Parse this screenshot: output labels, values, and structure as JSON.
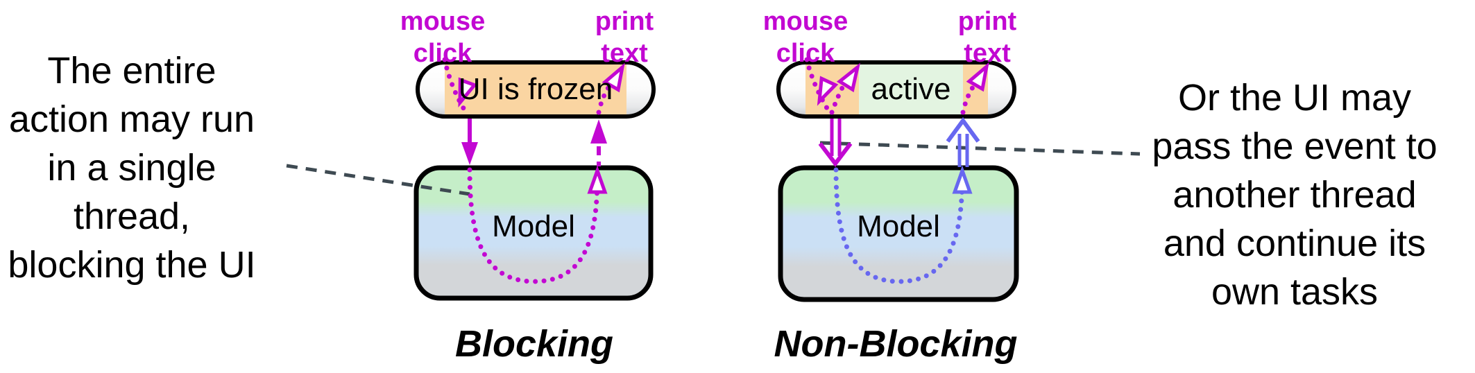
{
  "left_note": {
    "text": "The entire\naction may run\nin a single\nthread,\nblocking the UI"
  },
  "right_note": {
    "text": "Or the UI may\npass the event to\nanother thread\nand continue its\nown tasks"
  },
  "blocking": {
    "caption": "Blocking",
    "mouse_click_label": "mouse\nclick",
    "print_text_label": "print\ntext",
    "ui_status": "UI is frozen",
    "model_label": "Model"
  },
  "non_blocking": {
    "caption": "Non-Blocking",
    "mouse_click_label": "mouse\nclick",
    "print_text_label": "print\ntext",
    "ui_status": "active",
    "model_label": "Model"
  },
  "colors": {
    "magenta": "#C208D2",
    "blue": "#6767F0",
    "orange": "#FAD5A2",
    "active-green": "#E3F4E1",
    "model-green": "#C5EEC8",
    "model-blue": "#CBE0F5",
    "model-gray": "#D3D6D9",
    "connector": "#3E4A52"
  }
}
